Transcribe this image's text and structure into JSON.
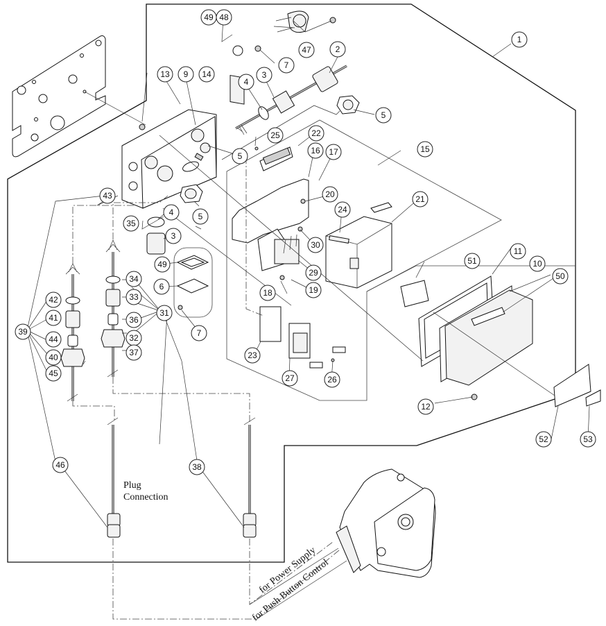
{
  "diagram": {
    "type": "exploded-parts-view",
    "callouts": [
      "1",
      "2",
      "3",
      "4",
      "5",
      "6",
      "7",
      "9",
      "10",
      "11",
      "12",
      "13",
      "14",
      "15",
      "16",
      "17",
      "18",
      "19",
      "20",
      "21",
      "22",
      "23",
      "24",
      "25",
      "26",
      "27",
      "29",
      "30",
      "31",
      "32",
      "33",
      "34",
      "35",
      "36",
      "37",
      "38",
      "39",
      "40",
      "41",
      "42",
      "43",
      "44",
      "45",
      "46",
      "47",
      "48",
      "49",
      "50",
      "51",
      "52",
      "53"
    ],
    "notes": {
      "plug_connection_line1": "Plug",
      "plug_connection_line2": "Connection",
      "power_supply": "for Power Supply",
      "push_button": "for Push Button Control"
    },
    "balloons": [
      {
        "id": "b1",
        "label": "1"
      },
      {
        "id": "b2",
        "label": "2"
      },
      {
        "id": "b3a",
        "label": "3"
      },
      {
        "id": "b3b",
        "label": "3"
      },
      {
        "id": "b4a",
        "label": "4"
      },
      {
        "id": "b4b",
        "label": "4"
      },
      {
        "id": "b5a",
        "label": "5"
      },
      {
        "id": "b5b",
        "label": "5"
      },
      {
        "id": "b5c",
        "label": "5"
      },
      {
        "id": "b6",
        "label": "6"
      },
      {
        "id": "b7a",
        "label": "7"
      },
      {
        "id": "b7b",
        "label": "7"
      },
      {
        "id": "b9",
        "label": "9"
      },
      {
        "id": "b10",
        "label": "10"
      },
      {
        "id": "b11",
        "label": "11"
      },
      {
        "id": "b12",
        "label": "12"
      },
      {
        "id": "b13",
        "label": "13"
      },
      {
        "id": "b14",
        "label": "14"
      },
      {
        "id": "b15",
        "label": "15"
      },
      {
        "id": "b16",
        "label": "16"
      },
      {
        "id": "b17",
        "label": "17"
      },
      {
        "id": "b18",
        "label": "18"
      },
      {
        "id": "b19",
        "label": "19"
      },
      {
        "id": "b20",
        "label": "20"
      },
      {
        "id": "b21",
        "label": "21"
      },
      {
        "id": "b22",
        "label": "22"
      },
      {
        "id": "b23",
        "label": "23"
      },
      {
        "id": "b24",
        "label": "24"
      },
      {
        "id": "b25",
        "label": "25"
      },
      {
        "id": "b26",
        "label": "26"
      },
      {
        "id": "b27",
        "label": "27"
      },
      {
        "id": "b29",
        "label": "29"
      },
      {
        "id": "b30",
        "label": "30"
      },
      {
        "id": "b31",
        "label": "31"
      },
      {
        "id": "b32",
        "label": "32"
      },
      {
        "id": "b33",
        "label": "33"
      },
      {
        "id": "b34",
        "label": "34"
      },
      {
        "id": "b35",
        "label": "35"
      },
      {
        "id": "b36",
        "label": "36"
      },
      {
        "id": "b37",
        "label": "37"
      },
      {
        "id": "b38",
        "label": "38"
      },
      {
        "id": "b39",
        "label": "39"
      },
      {
        "id": "b40",
        "label": "40"
      },
      {
        "id": "b41",
        "label": "41"
      },
      {
        "id": "b42",
        "label": "42"
      },
      {
        "id": "b43",
        "label": "43"
      },
      {
        "id": "b44",
        "label": "44"
      },
      {
        "id": "b45",
        "label": "45"
      },
      {
        "id": "b46",
        "label": "46"
      },
      {
        "id": "b47",
        "label": "47"
      },
      {
        "id": "b48",
        "label": "48"
      },
      {
        "id": "b49a",
        "label": "49"
      },
      {
        "id": "b49b",
        "label": "49"
      },
      {
        "id": "b50",
        "label": "50"
      },
      {
        "id": "b51",
        "label": "51"
      },
      {
        "id": "b52",
        "label": "52"
      },
      {
        "id": "b53",
        "label": "53"
      }
    ]
  }
}
